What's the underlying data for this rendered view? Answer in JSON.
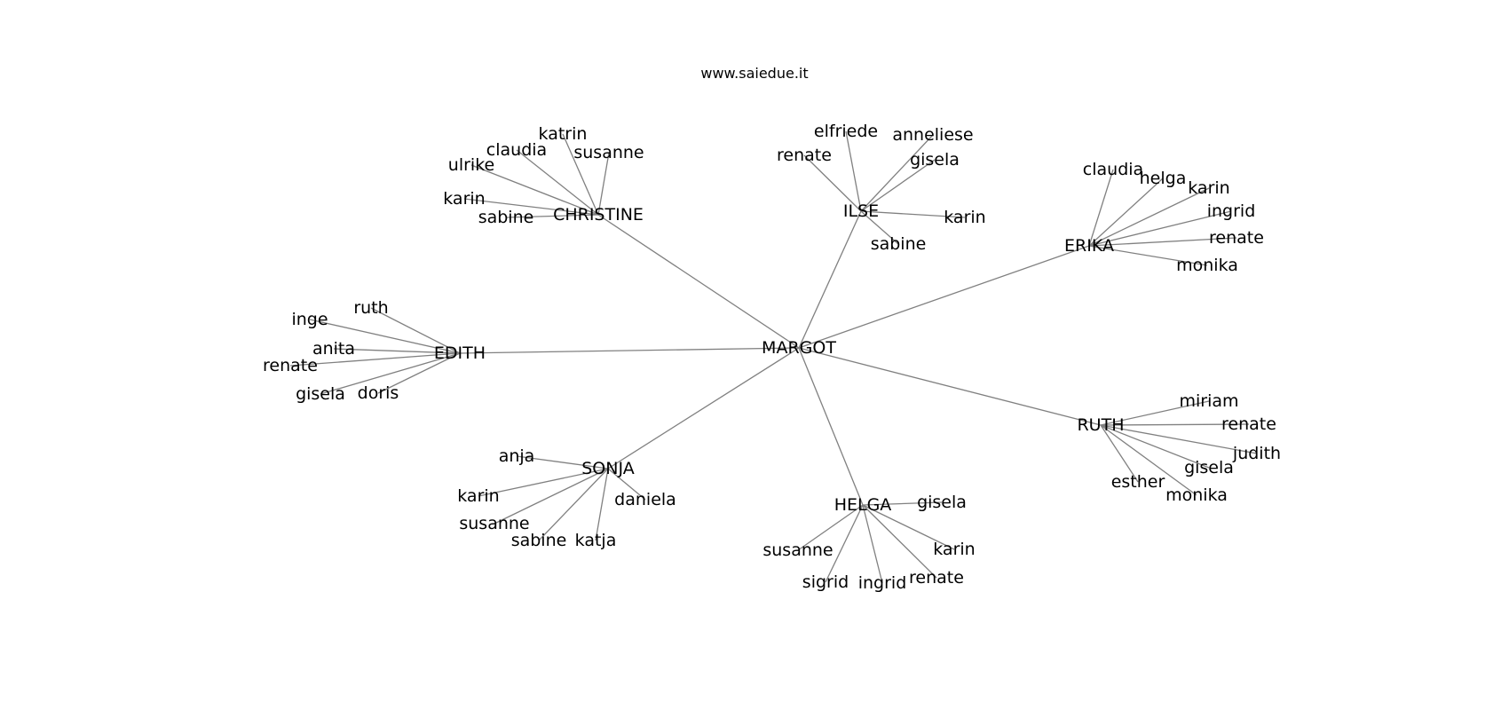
{
  "title": "www.saiedue.it",
  "colors": {
    "edge": "#808080",
    "text": "#000000",
    "background": "#ffffff"
  },
  "graph": {
    "root": {
      "id": "margot",
      "label": "MARGOT"
    },
    "clusters": [
      {
        "id": "christine",
        "label": "CHRISTINE",
        "children": [
          "katrin",
          "claudia",
          "susanne",
          "ulrike",
          "karin",
          "sabine"
        ]
      },
      {
        "id": "ilse",
        "label": "ILSE",
        "children": [
          "elfriede",
          "anneliese",
          "renate",
          "gisela",
          "karin",
          "sabine"
        ]
      },
      {
        "id": "erika",
        "label": "ERIKA",
        "children": [
          "claudia",
          "helga",
          "karin",
          "ingrid",
          "renate",
          "monika"
        ]
      },
      {
        "id": "edith",
        "label": "EDITH",
        "children": [
          "ruth",
          "inge",
          "anita",
          "renate",
          "gisela",
          "doris"
        ]
      },
      {
        "id": "ruth",
        "label": "RUTH",
        "children": [
          "miriam",
          "renate",
          "judith",
          "gisela",
          "esther",
          "monika"
        ]
      },
      {
        "id": "sonja",
        "label": "SONJA",
        "children": [
          "anja",
          "karin",
          "daniela",
          "susanne",
          "sabine",
          "katja"
        ]
      },
      {
        "id": "helga",
        "label": "HELGA",
        "children": [
          "gisela",
          "susanne",
          "karin",
          "sigrid",
          "ingrid",
          "renate"
        ]
      }
    ]
  }
}
